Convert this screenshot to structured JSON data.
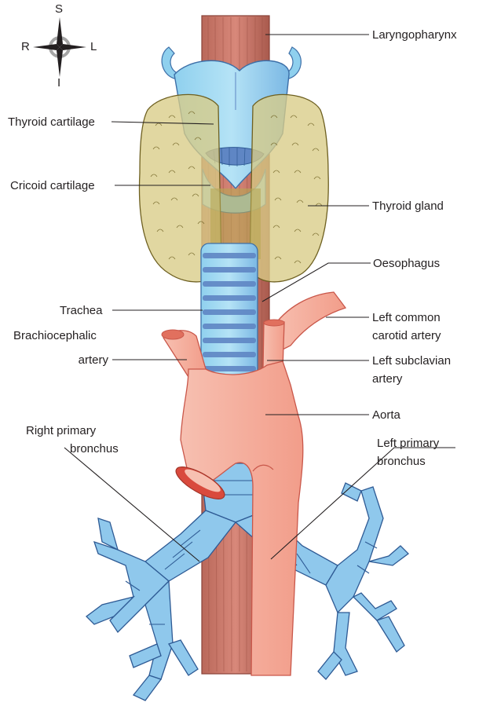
{
  "compass": {
    "superior": "S",
    "inferior": "I",
    "right": "R",
    "left": "L"
  },
  "labels": {
    "laryngopharynx": "Laryngopharynx",
    "thyroid_cartilage": "Thyroid cartilage",
    "cricoid_cartilage": "Cricoid cartilage",
    "thyroid_gland": "Thyroid gland",
    "oesophagus": "Oesophagus",
    "trachea": "Trachea",
    "brachiocephalic_1": "Brachiocephalic",
    "brachiocephalic_2": "artery",
    "left_common_carotid_1": "Left common",
    "left_common_carotid_2": "carotid artery",
    "left_subclavian_1": "Left subclavian",
    "left_subclavian_2": "artery",
    "aorta": "Aorta",
    "right_primary_bronchus_1": "Right primary",
    "right_primary_bronchus_2": "bronchus",
    "left_primary_bronchus_1": "Left primary",
    "left_primary_bronchus_2": "bronchus"
  },
  "colors": {
    "oesophagus_muscle": "#c97a6b",
    "oesophagus_dark": "#9c4f43",
    "cartilage_blue": "#8fd0ee",
    "cartilage_dark": "#5f86c4",
    "thyroid_gland": "#d9cc86",
    "thyroid_dark": "#8c7a2a",
    "artery": "#f6b3a2",
    "artery_dark": "#c9574a",
    "leader_line": "#231f20"
  }
}
